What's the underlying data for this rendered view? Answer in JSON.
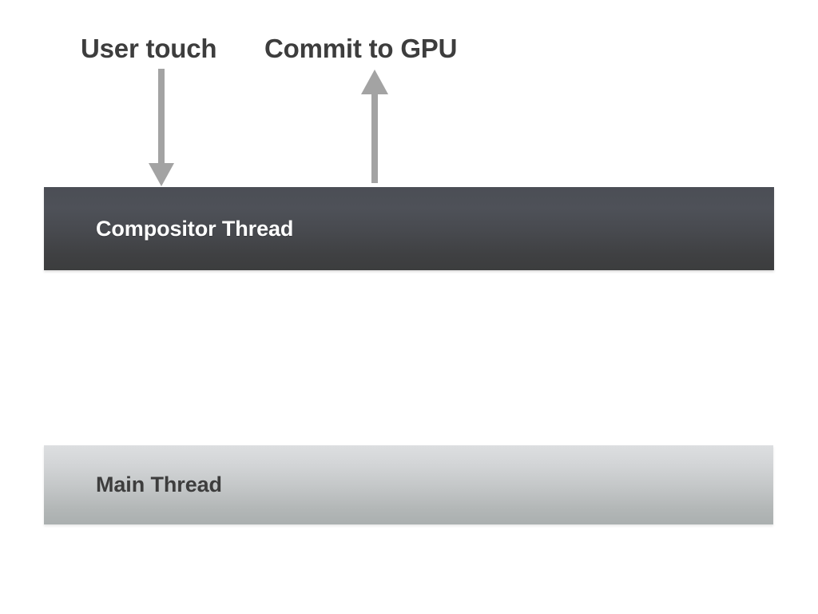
{
  "diagram": {
    "title_absent": true,
    "background_color": "#ffffff",
    "annotations": [
      {
        "name": "user-touch",
        "text": "User touch",
        "color": "#3d3d3d",
        "arrow": {
          "icon": "arrow-down-icon",
          "direction": "down",
          "color": "#a3a3a3",
          "from": "label",
          "to": "Compositor Thread"
        }
      },
      {
        "name": "commit-to-gpu",
        "text": "Commit to GPU",
        "color": "#3d3d3d",
        "arrow": {
          "icon": "arrow-up-icon",
          "direction": "up",
          "color": "#a3a3a3",
          "from": "Compositor Thread",
          "to": "label"
        }
      }
    ],
    "bars": [
      {
        "name": "compositor-thread",
        "label": "Compositor Thread",
        "text_color": "#ffffff",
        "gradient_from": "#4b4e55",
        "gradient_to": "#3c3d3e"
      },
      {
        "name": "main-thread",
        "label": "Main Thread",
        "text_color": "#3d3d3d",
        "gradient_from": "#dcdee0",
        "gradient_to": "#aaafaf"
      }
    ]
  }
}
